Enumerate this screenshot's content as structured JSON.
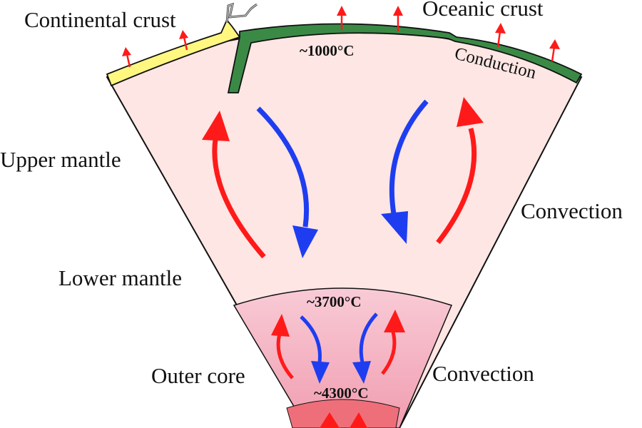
{
  "labels": {
    "continental_crust": "Continental crust",
    "oceanic_crust": "Oceanic crust",
    "conduction": "Conduction",
    "upper_mantle": "Upper mantle",
    "lower_mantle": "Lower mantle",
    "outer_core": "Outer core",
    "convection_mantle": "Convection",
    "convection_core": "Convection"
  },
  "temperatures": {
    "surface": "~1000°C",
    "core_mantle_boundary": "~3700°C",
    "inner_core_boundary": "~4300°C"
  },
  "colors": {
    "mantle": "#fde6e3",
    "outer_core": "#f6bccb",
    "inner_core": "#ee6f79",
    "continental_crust": "#fff780",
    "oceanic_crust": "#3a8a46",
    "hot_flow": "#ff1a1a",
    "cold_flow": "#1f3df0",
    "heat_arrow": "#ff1a1a"
  }
}
